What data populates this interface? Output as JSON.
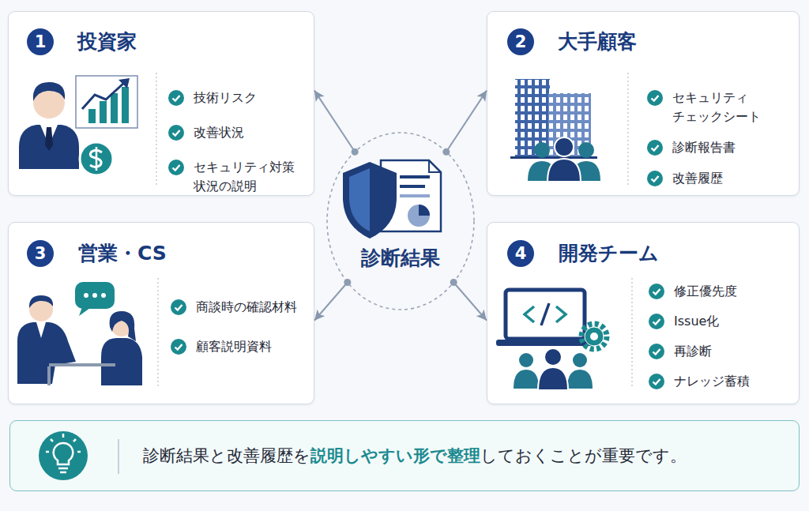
{
  "diagram": {
    "nodes": [
      {
        "text": [
          "投資家",
          "技術リスク",
          "改善状況",
          "セキュリティ対策 状況の説明"
        ]
      },
      {
        "text": [
          "1"
        ],
        "in": 0
      },
      {
        "text": [
          "大手顧客",
          "セキュリティ チェックシート",
          "診断報告書",
          "改善履歴"
        ]
      },
      {
        "text": [
          "2"
        ],
        "in": 2
      },
      {
        "text": [
          "診断結果"
        ]
      },
      {
        "text": [
          "営業・CS",
          "商談時の確認材料",
          "顧客説明資料"
        ]
      },
      {
        "text": [
          "3"
        ],
        "in": 5
      },
      {
        "text": [
          "開発チーム",
          "修正優先度",
          "Issue化",
          "再診断",
          "ナレッジ蓄積"
        ]
      },
      {
        "text": [
          "4"
        ],
        "in": 7
      },
      {
        "text": [
          "診断結果と改善履歴を",
          "説明しやすい形で整理",
          "しておくことが重要です。"
        ]
      }
    ],
    "edges": [
      {
        "from": 4,
        "to": 0,
        "arrow": "to"
      },
      {
        "from": 4,
        "to": 2,
        "arrow": "to"
      },
      {
        "from": 4,
        "to": 5,
        "arrow": "to"
      },
      {
        "from": 4,
        "to": 7,
        "arrow": "to"
      }
    ]
  }
}
